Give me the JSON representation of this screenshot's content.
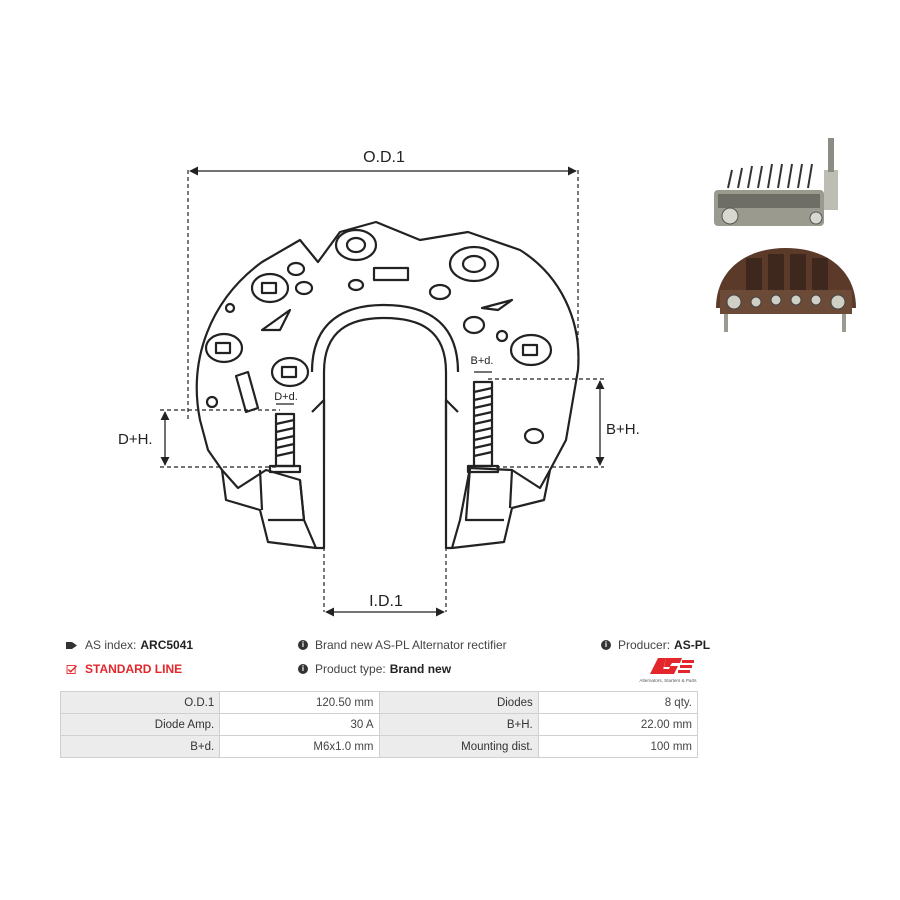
{
  "drawing": {
    "labels": {
      "od": "O.D.1",
      "id": "I.D.1",
      "dh": "D+H.",
      "bh": "B+H.",
      "dd": "D+d.",
      "bd": "B+d."
    }
  },
  "info": {
    "as_index_label": "AS index:",
    "as_index_value": "ARC5041",
    "line": "STANDARD LINE",
    "description": "Brand new AS-PL Alternator rectifier",
    "product_type_label": "Product type:",
    "product_type_value": "Brand new",
    "producer_label": "Producer:",
    "producer_value": "AS-PL"
  },
  "logo": {
    "mark": "AS",
    "tagline": "Alternators, Starters & Parts",
    "color": "#e3262b"
  },
  "specs": [
    [
      "O.D.1",
      "120.50 mm",
      "Diodes",
      "8 qty."
    ],
    [
      "Diode Amp.",
      "30 A",
      "B+H.",
      "22.00 mm"
    ],
    [
      "B+d.",
      "M6x1.0 mm",
      "Mounting dist.",
      "100 mm"
    ]
  ]
}
